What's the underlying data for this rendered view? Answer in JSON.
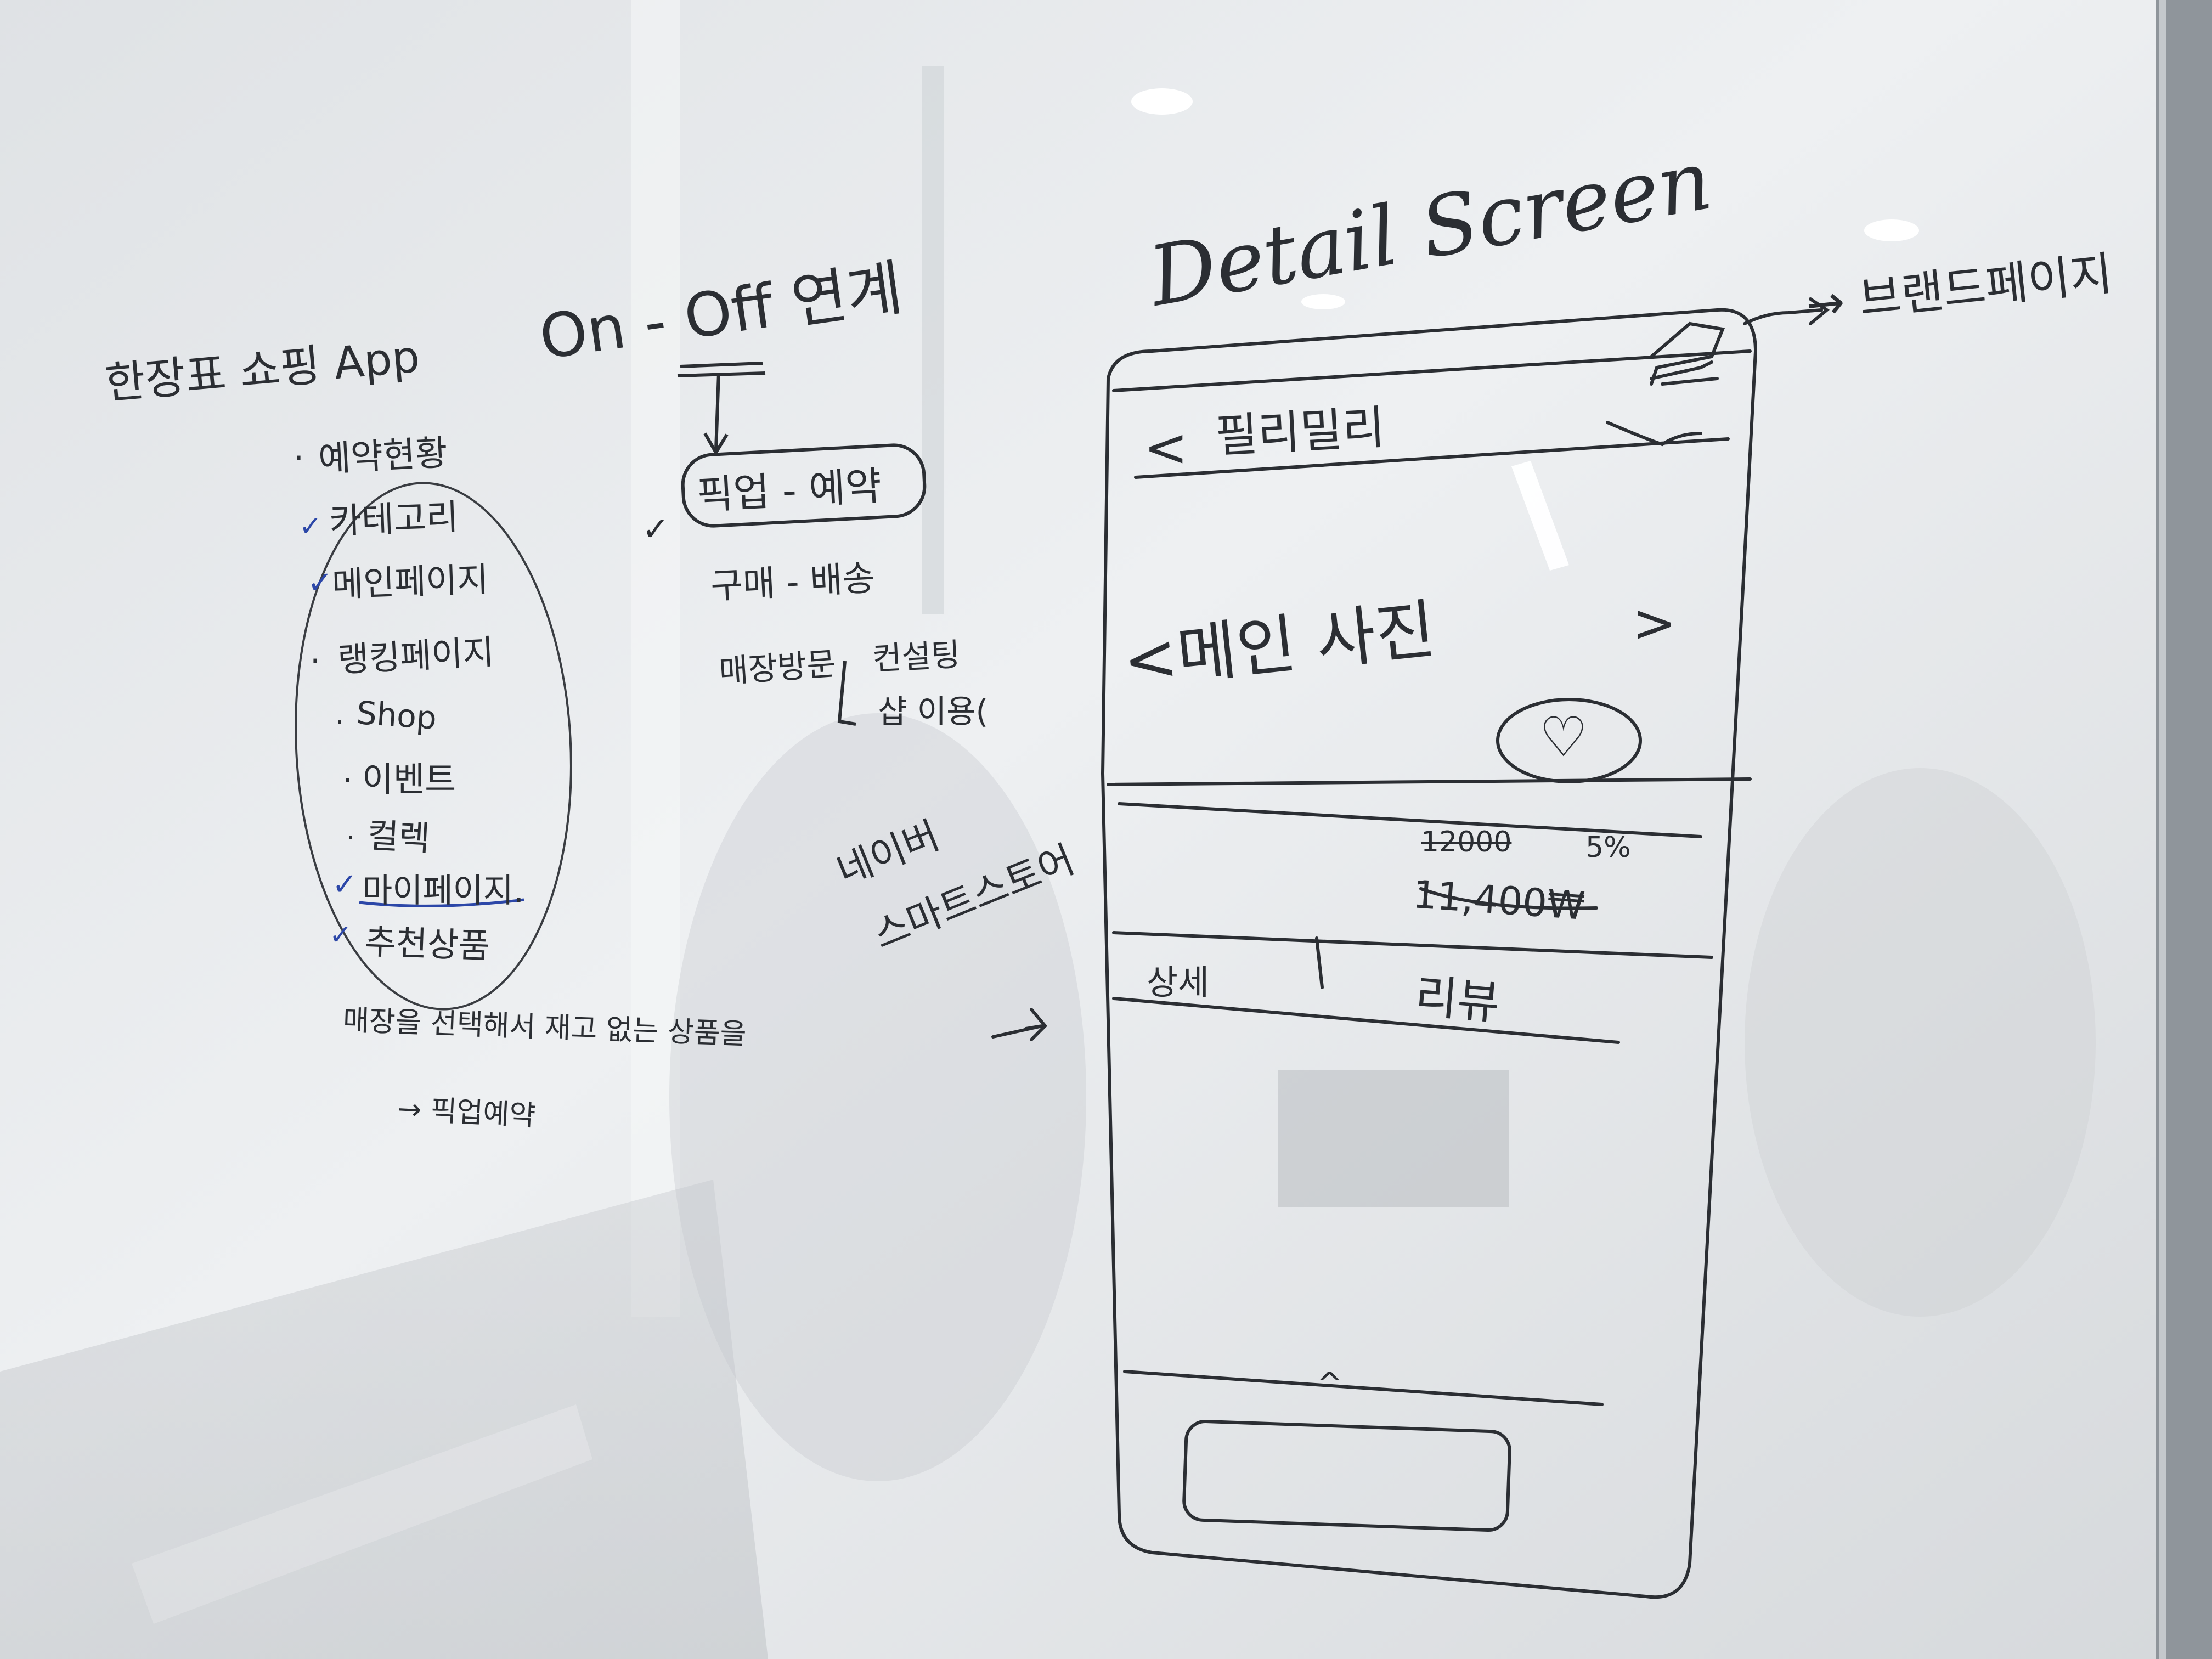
{
  "scene": {
    "surface": "whiteboard",
    "colors": {
      "board": "#e9ebed",
      "marker_black": "#2b2e33",
      "marker_blue": "#2c47a8",
      "frame": "#9aa0a6"
    }
  },
  "left_notes": {
    "title": "한장표 쇼핑 App",
    "items": [
      {
        "check": "·",
        "text": "예약현황"
      },
      {
        "check": "✓",
        "text": "카테고리"
      },
      {
        "check": "✓",
        "text": "메인페이지"
      },
      {
        "check": "·",
        "text": "랭킹페이지"
      },
      {
        "check": "·",
        "text": "Shop"
      },
      {
        "check": "·",
        "text": "이벤트"
      },
      {
        "check": "·",
        "text": "컬렉"
      },
      {
        "check": "✓",
        "text": "마이페이지."
      },
      {
        "check": "✓",
        "text": "추천상품"
      }
    ],
    "footer_line1": "매장을 선택해서 재고 없는 상품을",
    "footer_line2": "→ 픽업예약"
  },
  "middle_notes": {
    "heading": "On - Off 연계",
    "boxed": "픽업 - 예약",
    "check": "✓",
    "line2": "구매 - 배송",
    "line3_label": "매장방문",
    "line3_opt1": "컨설팅",
    "line3_opt2": "샵 이용(",
    "rotated": [
      "네이버",
      "스마트스토어"
    ]
  },
  "detail_screen": {
    "title": "Detail Screen",
    "annotation": "→ 브랜드페이지",
    "back": "<",
    "header_label": "필리밀리",
    "carousel_label": "<메인 사진",
    "next": ">",
    "heart": "♡",
    "price_old": "12000",
    "discount": "5%",
    "price_new": "11,400₩",
    "tab_detail": "상세",
    "tab_review": "리뷰",
    "caret": "^",
    "side_arrow": "→"
  }
}
